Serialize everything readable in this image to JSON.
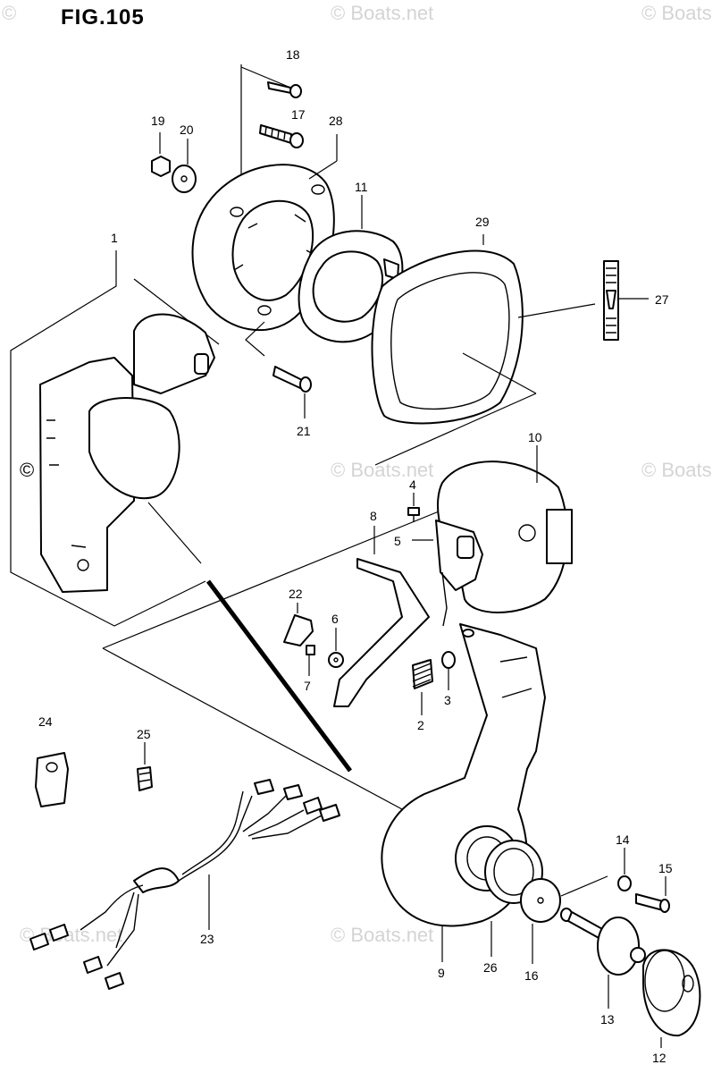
{
  "figure": {
    "title": "FIG.105"
  },
  "watermarks": {
    "top_center": "© Boats.net",
    "top_right": "© Boats",
    "mid_left": "© Boats.net",
    "mid_center": "© Boats.net",
    "mid_right": "© Boats",
    "bottom_left": "© Boats.net",
    "bottom_center": "© Boats.net"
  },
  "callouts": [
    "18",
    "17",
    "28",
    "19",
    "20",
    "11",
    "29",
    "27",
    "1",
    "21",
    "10",
    "4",
    "8",
    "5",
    "22",
    "6",
    "7",
    "3",
    "2",
    "24",
    "25",
    "23",
    "14",
    "15",
    "9",
    "26",
    "16",
    "13",
    "12"
  ]
}
